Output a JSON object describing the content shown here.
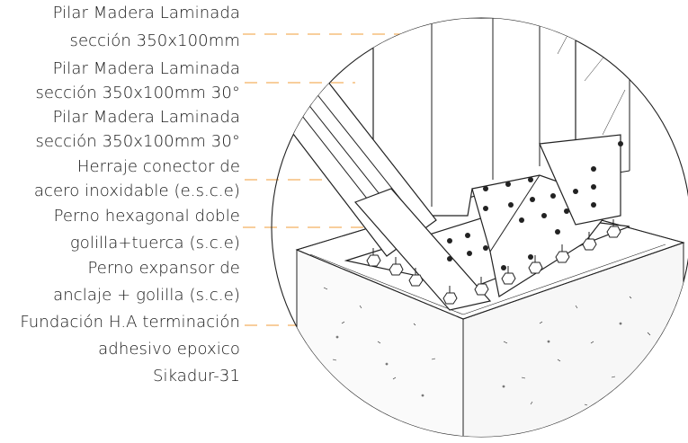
{
  "callouts": [
    {
      "text": "Pilar Madera Laminada"
    },
    {
      "text": "sección 350x100mm"
    },
    {
      "text": "Pilar Madera Laminada"
    },
    {
      "text": "sección 350x100mm 30°"
    },
    {
      "text": "Pilar Madera Laminada"
    },
    {
      "text": "sección 350x100mm 30°"
    },
    {
      "text": "Herraje conector de"
    },
    {
      "text": "acero inoxidable (e.s.c.e)"
    },
    {
      "text": "Perno hexagonal doble"
    },
    {
      "text": "golilla+tuerca (s.c.e)"
    },
    {
      "text": "Perno expansor de"
    },
    {
      "text": "anclaje + golilla (s.c.e)"
    },
    {
      "text": "Fundación H.A terminación"
    },
    {
      "text": "adhesivo epoxico"
    },
    {
      "text": "Sikadur-31"
    }
  ],
  "colors": {
    "leader": "#f3b061",
    "ink": "#1a1a1a",
    "line": "#222222"
  }
}
